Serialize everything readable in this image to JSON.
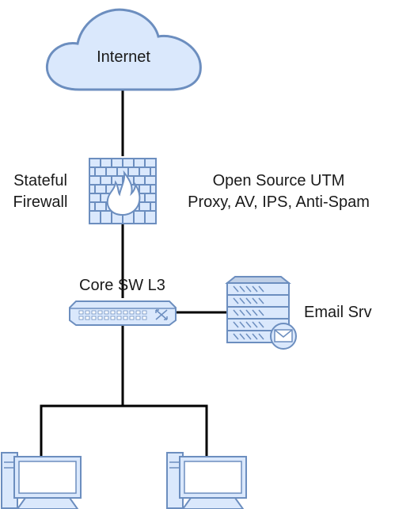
{
  "diagram": {
    "cloud_label": "Internet",
    "firewall_label": [
      "Stateful",
      "Firewall"
    ],
    "utm_label": [
      "Open Source UTM",
      "Proxy, AV, IPS, Anti-Spam"
    ],
    "switch_label": "Core SW L3",
    "server_label": "Email Srv"
  },
  "colors": {
    "stroke": "#6c8ebf",
    "fill_light": "#dae8fc",
    "fill_mid": "#bfcfe6",
    "line": "#000000"
  }
}
